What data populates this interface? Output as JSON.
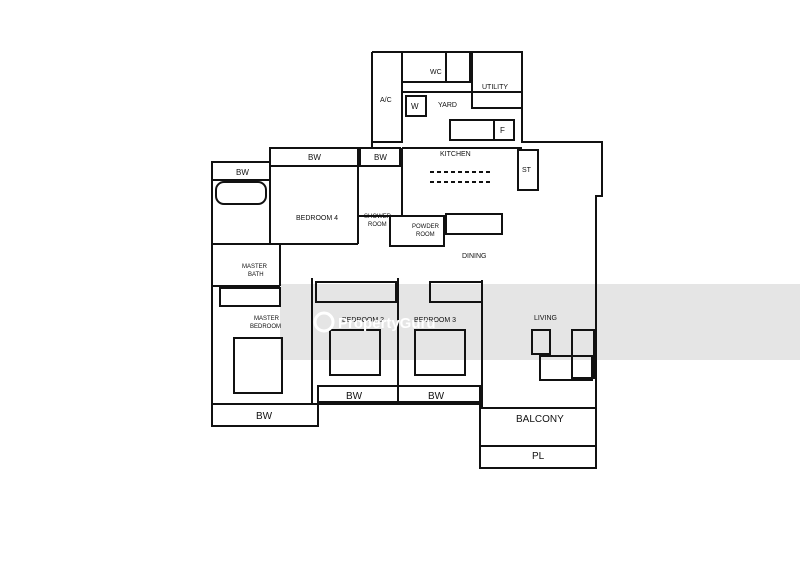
{
  "rooms": {
    "bw_master_top": "BW",
    "bw_bedroom4_top": "BW",
    "bw_shower_top": "BW",
    "wc": "WC",
    "utility": "UTILITY",
    "ac": "A/C",
    "washer": "W",
    "yard": "YARD",
    "fridge": "F",
    "kitchen": "KITCHEN",
    "store": "ST",
    "bedroom4": "BEDROOM 4",
    "shower_room_1": "SHOWER",
    "shower_room_2": "ROOM",
    "powder_room_1": "POWDER",
    "powder_room_2": "ROOM",
    "dining": "DINING",
    "master_bath_1": "MASTER",
    "master_bath_2": "BATH",
    "master_bedroom_1": "MASTER",
    "master_bedroom_2": "BEDROOM",
    "bedroom2": "BEDROOM 2",
    "bedroom3": "BEDROOM 3",
    "living": "LIVING",
    "bw_master_bottom": "BW",
    "bw_bedroom2_bottom": "BW",
    "bw_bedroom3_bottom": "BW",
    "balcony": "BALCONY",
    "planter": "PL"
  },
  "watermark": {
    "text": "PropertyGuru"
  }
}
